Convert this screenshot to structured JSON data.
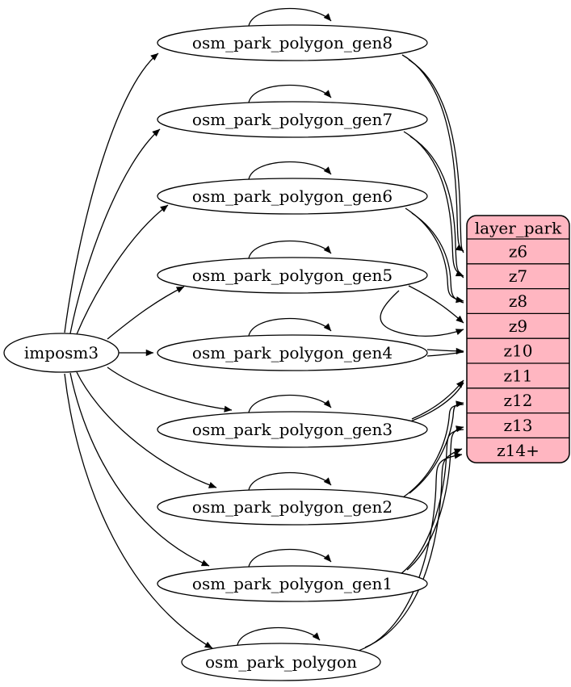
{
  "diagram": {
    "type": "etl-graph",
    "source": {
      "id": "imposm3",
      "label": "imposm3"
    },
    "tables": [
      {
        "id": "osm_park_polygon_gen8",
        "label": "osm_park_polygon_gen8"
      },
      {
        "id": "osm_park_polygon_gen7",
        "label": "osm_park_polygon_gen7"
      },
      {
        "id": "osm_park_polygon_gen6",
        "label": "osm_park_polygon_gen6"
      },
      {
        "id": "osm_park_polygon_gen5",
        "label": "osm_park_polygon_gen5"
      },
      {
        "id": "osm_park_polygon_gen4",
        "label": "osm_park_polygon_gen4"
      },
      {
        "id": "osm_park_polygon_gen3",
        "label": "osm_park_polygon_gen3"
      },
      {
        "id": "osm_park_polygon_gen2",
        "label": "osm_park_polygon_gen2"
      },
      {
        "id": "osm_park_polygon_gen1",
        "label": "osm_park_polygon_gen1"
      },
      {
        "id": "osm_park_polygon",
        "label": "osm_park_polygon"
      }
    ],
    "layer": {
      "id": "layer_park",
      "label": "layer_park",
      "rows": [
        "z6",
        "z7",
        "z8",
        "z9",
        "z10",
        "z11",
        "z12",
        "z13",
        "z14+"
      ]
    },
    "edges": {
      "from_source": [
        {
          "from": "imposm3",
          "to": "osm_park_polygon_gen8"
        },
        {
          "from": "imposm3",
          "to": "osm_park_polygon_gen7"
        },
        {
          "from": "imposm3",
          "to": "osm_park_polygon_gen6"
        },
        {
          "from": "imposm3",
          "to": "osm_park_polygon_gen5"
        },
        {
          "from": "imposm3",
          "to": "osm_park_polygon_gen4"
        },
        {
          "from": "imposm3",
          "to": "osm_park_polygon_gen3"
        },
        {
          "from": "imposm3",
          "to": "osm_park_polygon_gen2"
        },
        {
          "from": "imposm3",
          "to": "osm_park_polygon_gen1"
        },
        {
          "from": "imposm3",
          "to": "osm_park_polygon"
        }
      ],
      "self_loops": [
        "osm_park_polygon_gen8",
        "osm_park_polygon_gen7",
        "osm_park_polygon_gen6",
        "osm_park_polygon_gen5",
        "osm_park_polygon_gen4",
        "osm_park_polygon_gen3",
        "osm_park_polygon_gen2",
        "osm_park_polygon_gen1",
        "osm_park_polygon"
      ],
      "to_layer": [
        {
          "from": "osm_park_polygon_gen8",
          "to": "layer_park",
          "row": "z6"
        },
        {
          "from": "osm_park_polygon_gen7",
          "to": "layer_park",
          "row": "z7"
        },
        {
          "from": "osm_park_polygon_gen6",
          "to": "layer_park",
          "row": "z8"
        },
        {
          "from": "osm_park_polygon_gen5",
          "to": "layer_park",
          "row": "z9"
        },
        {
          "from": "osm_park_polygon_gen4",
          "to": "layer_park",
          "row": "z10"
        },
        {
          "from": "osm_park_polygon_gen3",
          "to": "layer_park",
          "row": "z11"
        },
        {
          "from": "osm_park_polygon_gen2",
          "to": "layer_park",
          "row": "z12"
        },
        {
          "from": "osm_park_polygon_gen1",
          "to": "layer_park",
          "row": "z13"
        },
        {
          "from": "osm_park_polygon",
          "to": "layer_park",
          "row": "z14+"
        }
      ]
    },
    "colors": {
      "layer_fill": "#ffb6c1",
      "node_fill": "#ffffff",
      "stroke": "#000000",
      "text": "#000000",
      "background": "#ffffff"
    }
  }
}
